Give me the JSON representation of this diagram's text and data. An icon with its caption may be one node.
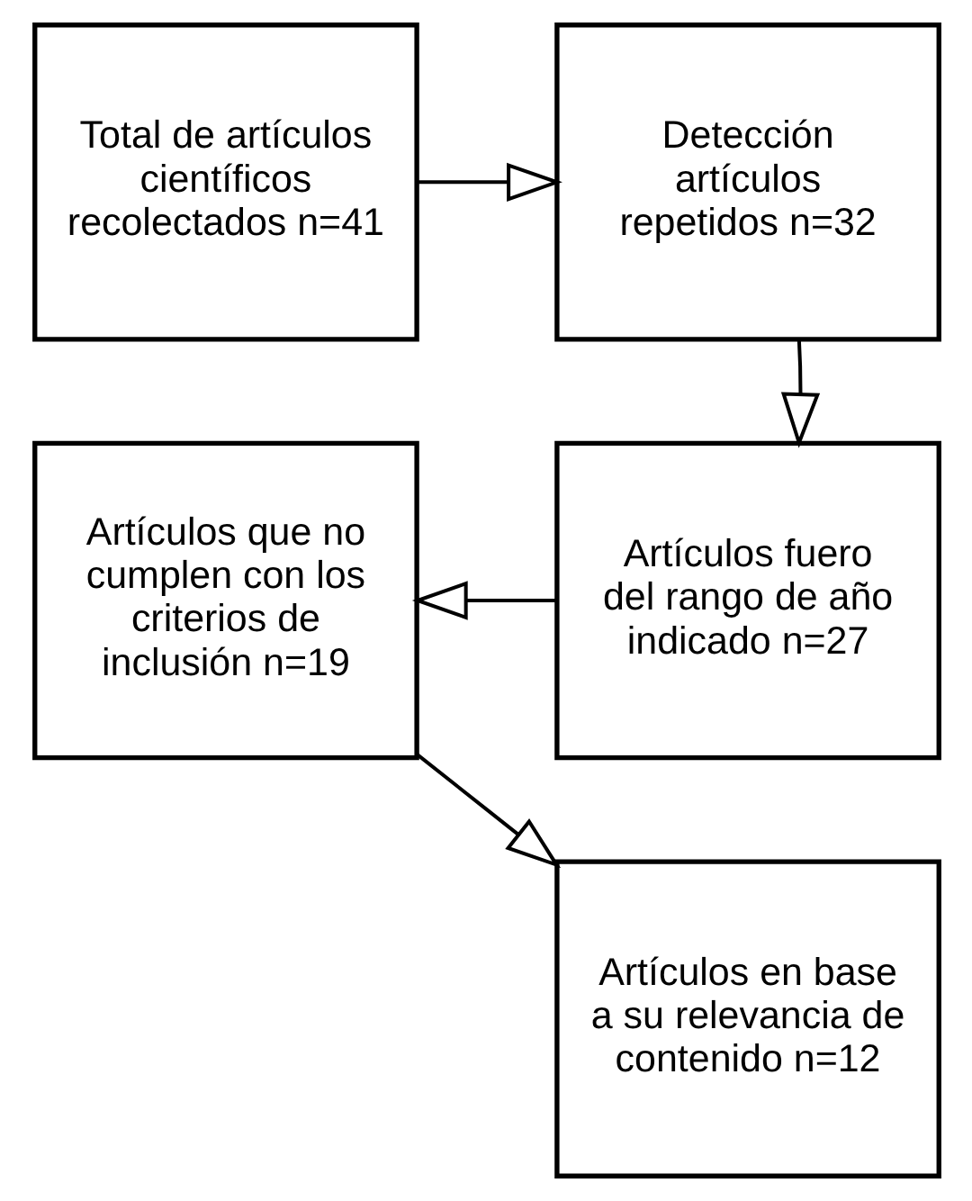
{
  "diagram": {
    "nodes": [
      {
        "text": [
          "Total de artículos científicos recolectados n=41"
        ]
      },
      {
        "text": [
          "Detección artículos repetidos n=32"
        ]
      },
      {
        "text": [
          "Artículos fuero del rango de año indicado n=27"
        ]
      },
      {
        "text": [
          "Artículos que no cumplen con los criterios de inclusión n=19"
        ]
      },
      {
        "text": [
          "Artículos en base a su relevancia de contenido n=12"
        ]
      }
    ],
    "edges": [
      {
        "from": 0,
        "to": 1,
        "arrow": "to"
      },
      {
        "from": 1,
        "to": 2,
        "arrow": "to"
      },
      {
        "from": 2,
        "to": 3,
        "arrow": "to"
      },
      {
        "from": 3,
        "to": 4,
        "arrow": "to"
      }
    ]
  }
}
